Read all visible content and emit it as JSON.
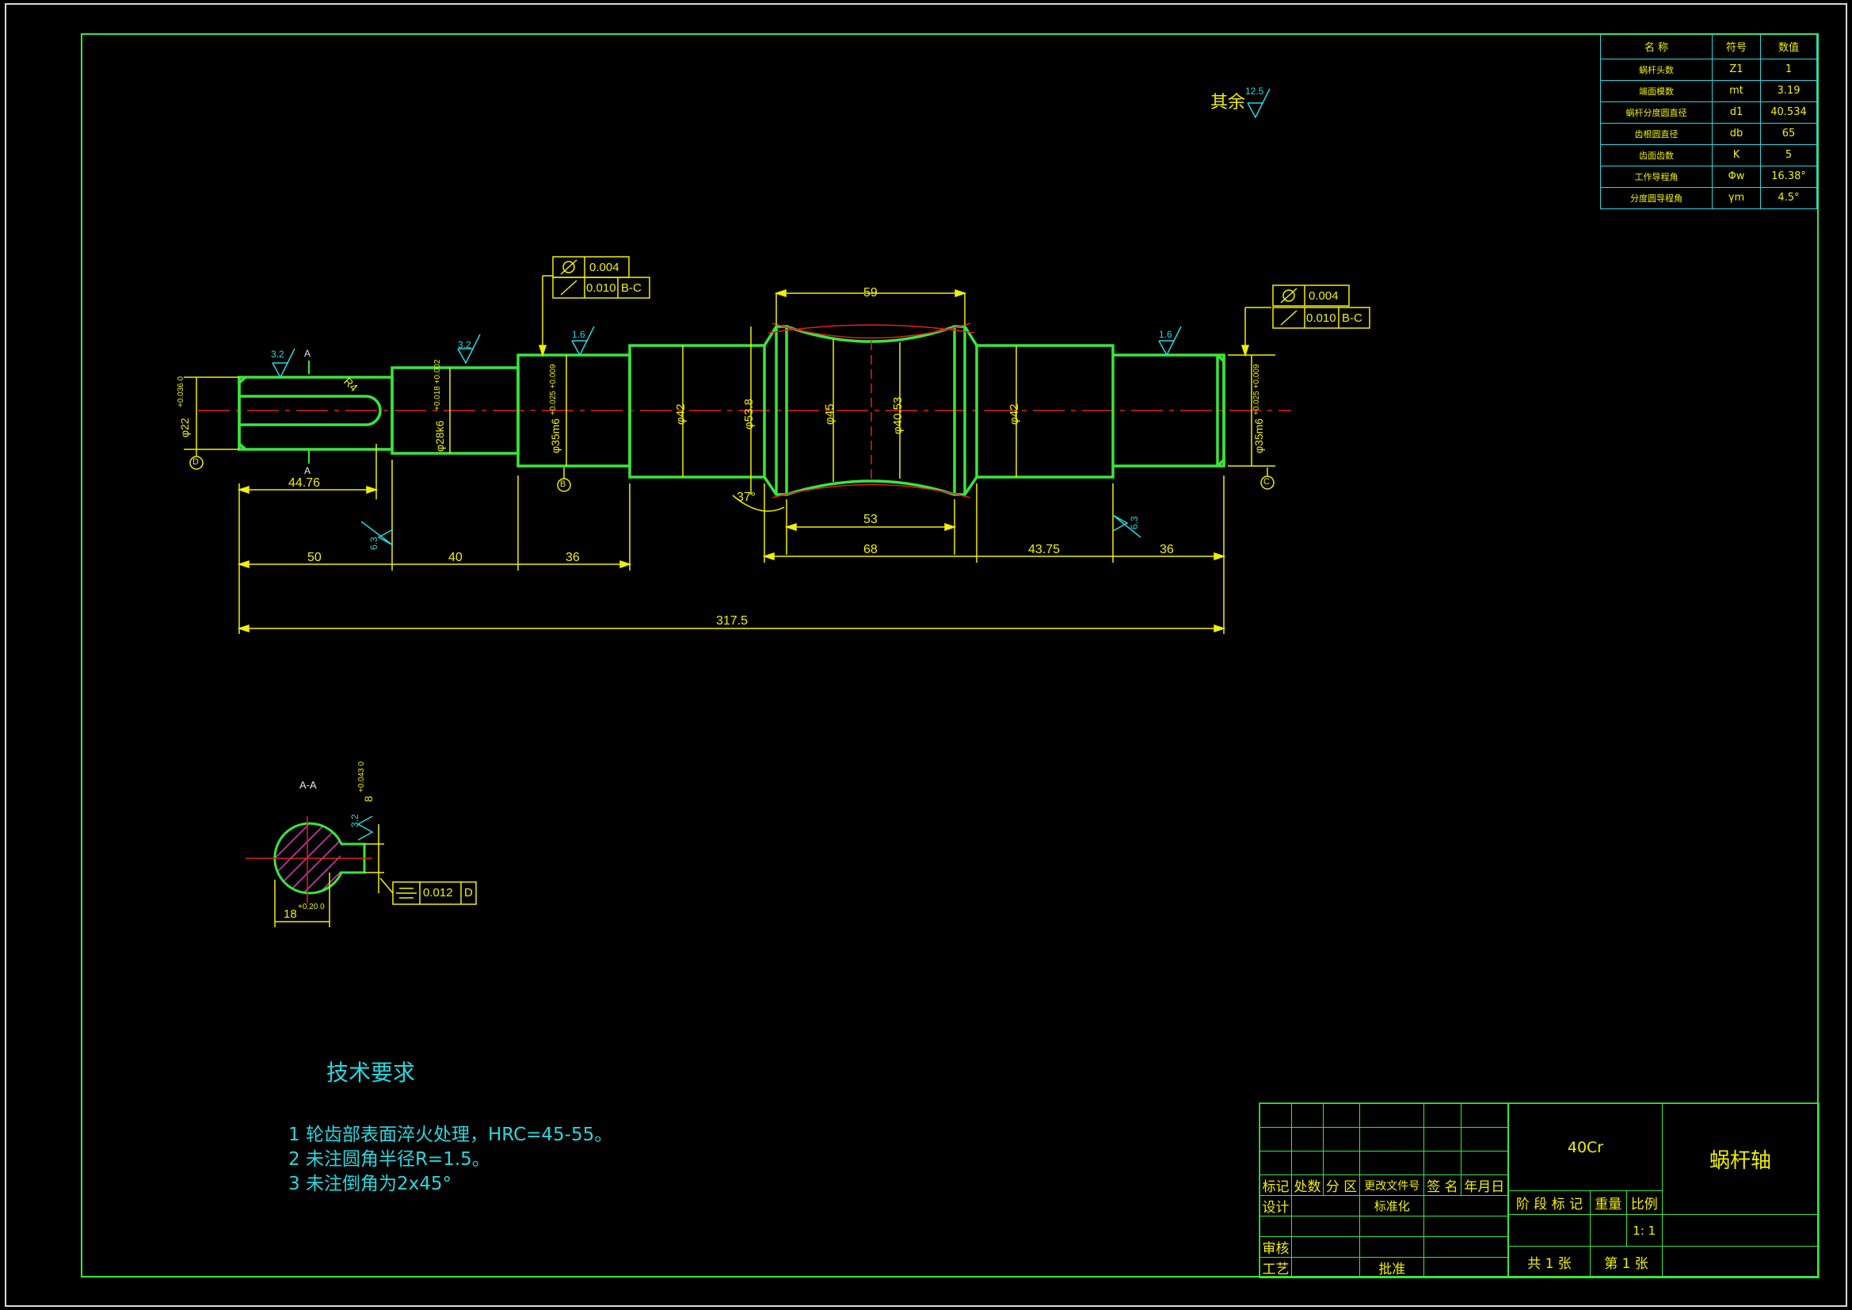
{
  "part_name": "蜗杆轴",
  "material": "40Cr",
  "roughness_note": {
    "label": "其余",
    "value": "12.5"
  },
  "param_table": {
    "header": [
      "名  称",
      "符号",
      "数值"
    ],
    "rows": [
      [
        "蜗杆头数",
        "Z1",
        "1"
      ],
      [
        "端面模数",
        "mt",
        "3.19"
      ],
      [
        "蜗杆分度圆直径",
        "d1",
        "40.534"
      ],
      [
        "齿根圆直径",
        "db",
        "65"
      ],
      [
        "齿面齿数",
        "K",
        "5"
      ],
      [
        "工作导程角",
        "Φw",
        "16.38°"
      ],
      [
        "分度圆导程角",
        "γm",
        "4.5°"
      ]
    ]
  },
  "tolerance_frames": {
    "left": {
      "row1": "0.004",
      "row2": "0.010",
      "datum": "B-C"
    },
    "right": {
      "row1": "0.004",
      "row2": "0.010",
      "datum": "B-C"
    },
    "section": {
      "value": "0.012",
      "datum": "D"
    }
  },
  "dimensions": {
    "d22": "φ22",
    "d22_tol": "+0.036 0",
    "d28": "φ28k6",
    "d28_tol": "+0.018 +0.002",
    "d35_left": "φ35m6",
    "d35_tol_left": "+0.025 +0.009",
    "d42_left": "φ42",
    "d538": "φ53.8",
    "d45": "φ45",
    "d4053": "φ40.53",
    "d42_right": "φ42",
    "d35_right": "φ35m6",
    "d35_tol_right": "+0.025 +0.009",
    "len_4476": "44.76",
    "len_50": "50",
    "len_40": "40",
    "len_36_left": "36",
    "len_59": "59",
    "len_53": "53",
    "len_68": "68",
    "len_4375": "43.75",
    "len_36_right": "36",
    "len_3175": "317.5",
    "angle_37": "37°",
    "radius_r4": "R4",
    "keyway_width": "8",
    "keyway_tol": "+0.043 0",
    "keyway_depth": "18",
    "keyway_depth_tol": "+0.20 0"
  },
  "roughness": [
    "3.2",
    "3.2",
    "1.6",
    "1.6",
    "6.3",
    "6.3",
    "3.2"
  ],
  "datums": {
    "d": "D",
    "b": "B",
    "c": "C"
  },
  "section": {
    "mark": "A",
    "title": "A-A"
  },
  "tech_requirements": {
    "title": "技术要求",
    "items": [
      "1 轮齿部表面淬火处理，HRC=45-55。",
      "2 未注圆角半径R=1.5。",
      "3 未注倒角为2x45°"
    ]
  },
  "title_block": {
    "revision_headers": [
      "标记",
      "处数",
      "分 区",
      "更改文件号",
      "签 名",
      "年月日"
    ],
    "design": "设计",
    "standardize": "标准化",
    "review": "审核",
    "process": "工艺",
    "approve": "批准",
    "stage_headers": [
      "阶 段 标 记",
      "重量",
      "比例"
    ],
    "scale": "1: 1",
    "sheets_total": "共 1 张",
    "sheet_no": "第 1 张"
  }
}
